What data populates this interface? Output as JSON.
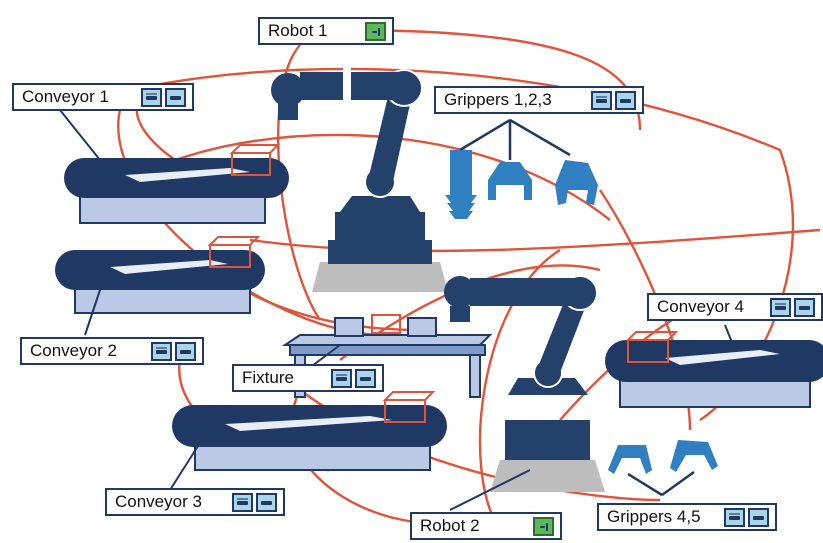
{
  "labels": {
    "robot1": "Robot 1",
    "robot2": "Robot 2",
    "conveyor1": "Conveyor 1",
    "conveyor2": "Conveyor 2",
    "conveyor3": "Conveyor 3",
    "conveyor4": "Conveyor 4",
    "grippers123": "Grippers 1,2,3",
    "grippers45": "Grippers 4,5",
    "fixture": "Fixture"
  },
  "colors": {
    "network": "#e0543a",
    "navy": "#1f3864",
    "robot": "#24416b",
    "gripper": "#2f7fc1",
    "belt_top": "#3d5a8a",
    "belt_side": "#b9c9e6",
    "base_gray": "#bdbdbd",
    "icon_blue": "#a9d4ea",
    "icon_green": "#5cb85c"
  },
  "icons": {
    "robot": "robot-run-icon",
    "device": "device-status-icon"
  }
}
